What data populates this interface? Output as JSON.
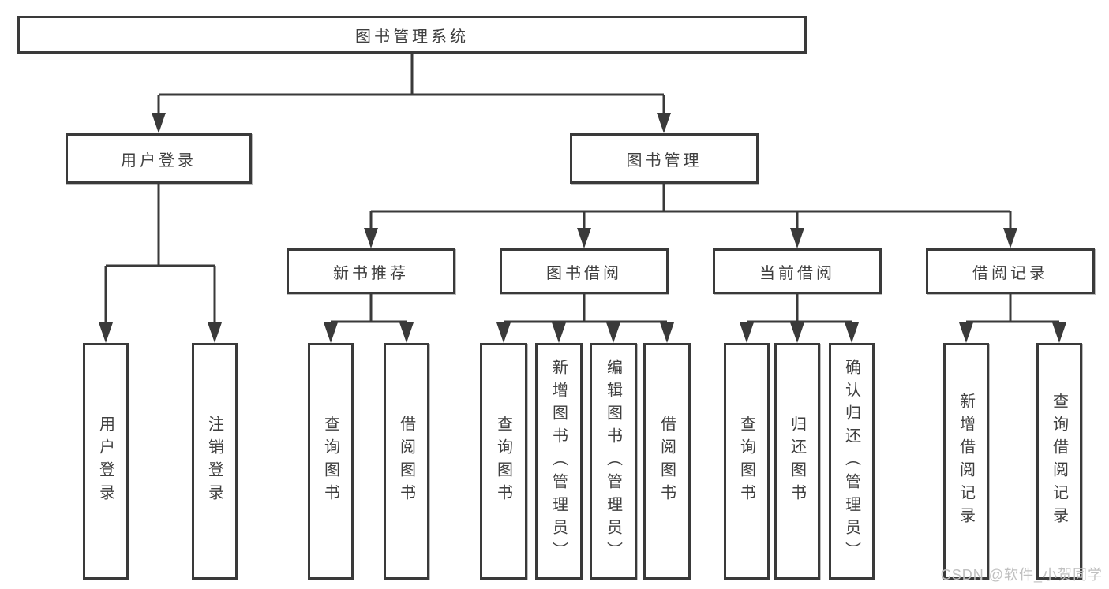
{
  "watermark": "CSDN @软件_小贺同学",
  "colors": {
    "line": "#3a3a3a",
    "text": "#3f3f3f",
    "watermark": "#c0c0c0",
    "background": "#ffffff"
  },
  "nodes": {
    "root": "图书管理系统",
    "branches": [
      {
        "label": "用户登录",
        "leaves": [
          "用户登录",
          "注销登录"
        ]
      },
      {
        "label": "图书管理",
        "groups": [
          {
            "label": "新书推荐",
            "leaves": [
              "查询图书",
              "借阅图书"
            ]
          },
          {
            "label": "图书借阅",
            "leaves": [
              "查询图书",
              "新增图书（管理员）",
              "编辑图书（管理员）",
              "借阅图书"
            ]
          },
          {
            "label": "当前借阅",
            "leaves": [
              "查询图书",
              "归还图书",
              "确认归还（管理员）"
            ]
          },
          {
            "label": "借阅记录",
            "leaves": [
              "新增借阅记录",
              "查询借阅记录"
            ]
          }
        ]
      }
    ]
  }
}
